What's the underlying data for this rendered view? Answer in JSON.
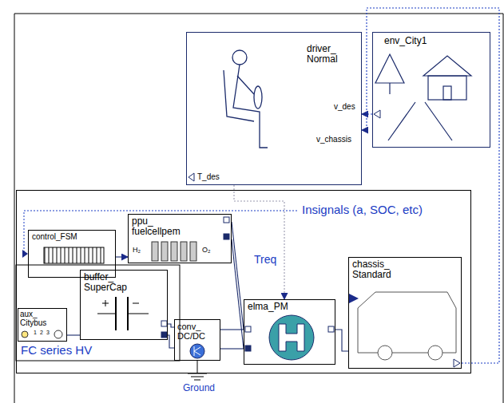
{
  "diagram": {
    "nodes": [
      {
        "text": [
          "driver_ Normal"
        ]
      },
      {
        "text": [
          "env_City1"
        ]
      },
      {
        "text": [
          "FC series HV"
        ]
      },
      {
        "text": [
          "control_FSM"
        ],
        "in": 2
      },
      {
        "text": [
          "ppu_ fuelcellpem"
        ],
        "in": 2
      },
      {
        "text": [
          "aux_ Citybus"
        ],
        "in": 2
      },
      {
        "text": [
          "buffer_ SuperCap"
        ],
        "in": 2
      },
      {
        "text": [
          "conv_ DC/DC"
        ],
        "in": 2
      },
      {
        "text": [
          "elma_PM"
        ],
        "in": 2
      },
      {
        "text": [
          "chassis_ Standard"
        ],
        "in": 2
      }
    ],
    "edges": [
      {
        "from": 1,
        "to": 0,
        "arrow": "to"
      },
      {
        "from": 9,
        "to": 0,
        "arrow": "to"
      },
      {
        "from": 0,
        "to": 8,
        "arrow": "to",
        "label": "Treq"
      },
      {
        "from": 3,
        "to": 4,
        "arrow": "to"
      },
      {
        "from": 4,
        "to": 8,
        "arrow": "none"
      },
      {
        "from": 4,
        "to": 8,
        "arrow": "none"
      },
      {
        "from": 6,
        "to": 7,
        "arrow": "none"
      },
      {
        "from": 6,
        "to": 7,
        "arrow": "none"
      },
      {
        "from": 7,
        "to": 8,
        "arrow": "none"
      },
      {
        "from": 7,
        "to": 8,
        "arrow": "none"
      },
      {
        "from": 5,
        "to": 6,
        "arrow": "none"
      },
      {
        "from": 8,
        "to": 9,
        "arrow": "none"
      }
    ],
    "labels": [
      "Insignals (a, SOC, etc)",
      "Ground",
      "v_des",
      "v_chassis",
      "T_des",
      "1",
      "2",
      "3",
      "H₂",
      "O₂"
    ]
  }
}
